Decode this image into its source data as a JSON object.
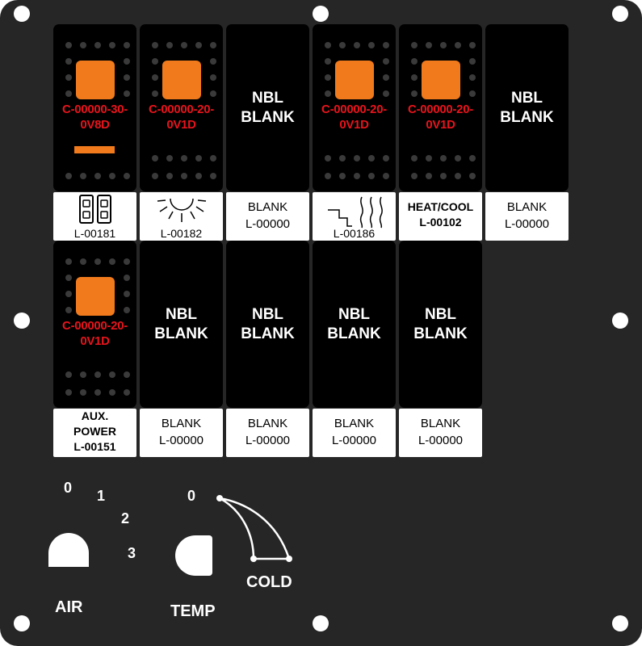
{
  "switches_row1": [
    {
      "code": "C-00000-30-\n0V8D",
      "label_code": "L-00181",
      "icon": "heated-seat-icon",
      "indicator_bar": true
    },
    {
      "code": "C-00000-20-\n0V1D",
      "label_code": "L-00182",
      "icon": "sun-icon"
    },
    {
      "blank_title": "NBL\nBLANK",
      "label_title": "BLANK",
      "label_code": "L-00000"
    },
    {
      "code": "C-00000-20-\n0V1D",
      "label_code": "L-00186",
      "icon": "defrost-icon"
    },
    {
      "code": "C-00000-20-\n0V1D",
      "label_title": "HEAT/COOL",
      "label_code": "L-00102"
    },
    {
      "blank_title": "NBL\nBLANK",
      "label_title": "BLANK",
      "label_code": "L-00000"
    }
  ],
  "switches_row2": [
    {
      "code": "C-00000-20-\n0V1D",
      "label_title": "AUX.\nPOWER",
      "label_code": "L-00151"
    },
    {
      "blank_title": "NBL\nBLANK",
      "label_title": "BLANK",
      "label_code": "L-00000"
    },
    {
      "blank_title": "NBL\nBLANK",
      "label_title": "BLANK",
      "label_code": "L-00000"
    },
    {
      "blank_title": "NBL\nBLANK",
      "label_title": "BLANK",
      "label_code": "L-00000"
    },
    {
      "blank_title": "NBL\nBLANK",
      "label_title": "BLANK",
      "label_code": "L-00000"
    }
  ],
  "air_knob": {
    "label": "AIR",
    "positions": [
      "0",
      "1",
      "2",
      "3"
    ]
  },
  "temp_knob": {
    "label": "TEMP",
    "zero": "0",
    "cold": "COLD"
  },
  "colors": {
    "panel": "#262626",
    "switch": "#000000",
    "lamp": "#f07a1c",
    "code_text": "#e8141c",
    "label_bg": "#ffffff"
  }
}
